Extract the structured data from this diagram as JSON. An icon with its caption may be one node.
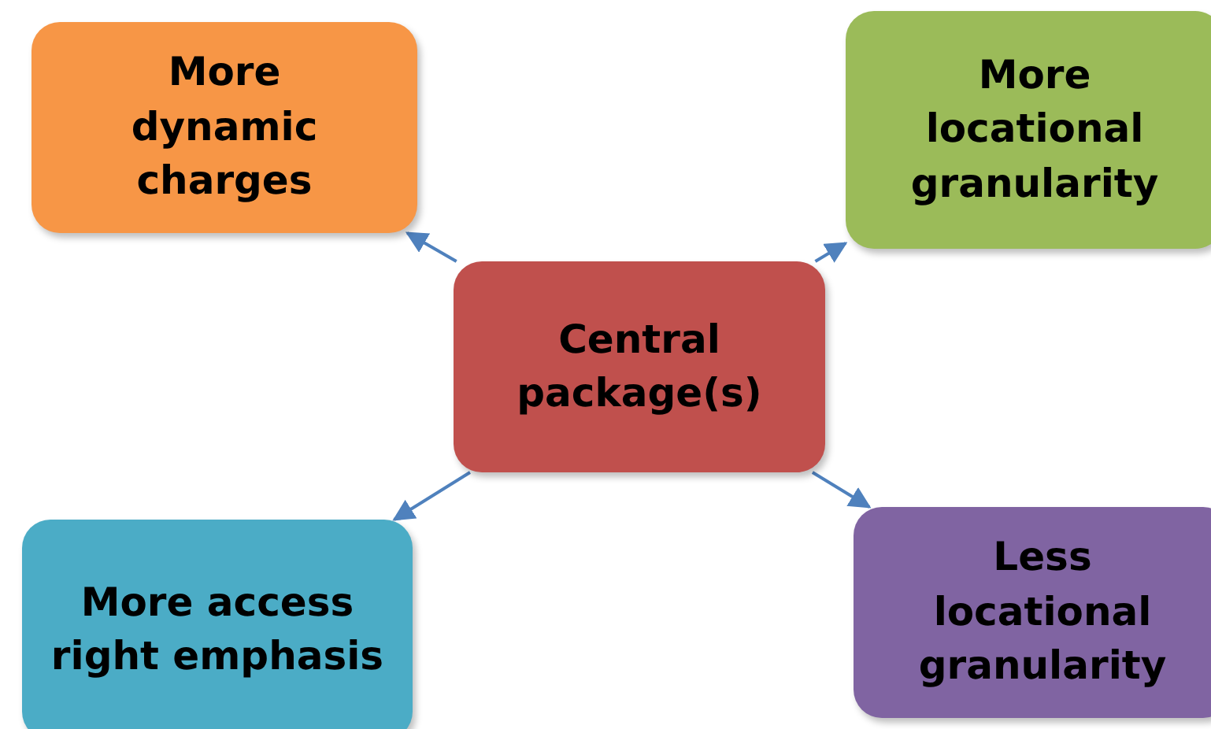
{
  "diagram": {
    "nodes": [
      {
        "text": [
          "Central package(s)"
        ]
      },
      {
        "text": [
          "More dynamic charges"
        ]
      },
      {
        "text": [
          "More locational granularity"
        ]
      },
      {
        "text": [
          "More access right emphasis"
        ]
      },
      {
        "text": [
          "Less locational granularity"
        ]
      }
    ],
    "edges": [
      {
        "from": 0,
        "to": 1,
        "arrow": "to"
      },
      {
        "from": 0,
        "to": 2,
        "arrow": "to"
      },
      {
        "from": 0,
        "to": 3,
        "arrow": "to"
      },
      {
        "from": 0,
        "to": 4,
        "arrow": "to"
      }
    ]
  }
}
